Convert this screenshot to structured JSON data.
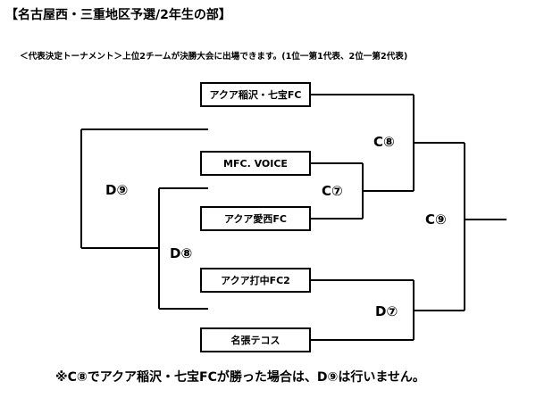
{
  "header": {
    "title": "【名古屋西・三重地区予選/2年生の部】",
    "subtitle": "＜代表決定トーナメント＞上位2チームが決勝大会に出場できます。(1位一第1代表、2位一第2代表)"
  },
  "bracket": {
    "teams": [
      "アクア稲沢・七宝FC",
      "MFC. VOICE",
      "アクア愛西FC",
      "アクア打中FC2",
      "名張テコス"
    ],
    "matches": {
      "c7": "C⑦",
      "c8": "C⑧",
      "c9": "C⑨",
      "d7": "D⑦",
      "d8": "D⑧",
      "d9": "D⑨"
    }
  },
  "footer": {
    "note": "※C⑧でアクア稲沢・七宝FCが勝った場合は、D⑨は行いません。"
  }
}
